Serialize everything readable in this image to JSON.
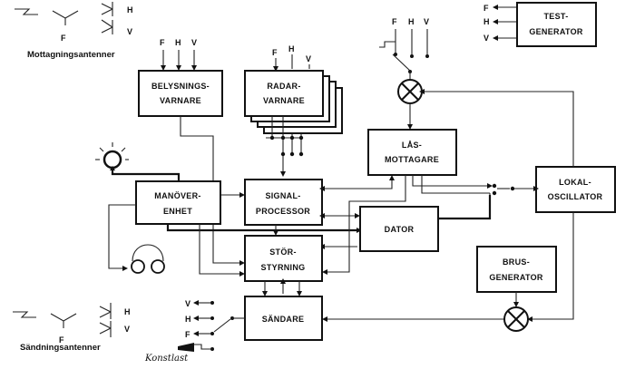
{
  "blocks": {
    "belysningsvarnare": [
      "BELYSNINGS-",
      "VARNARE"
    ],
    "radarvarnare": [
      "RADAR-",
      "VARNARE"
    ],
    "las_mottagare": [
      "LÅS-",
      "MOTTAGARE"
    ],
    "testgenerator": [
      "TEST-",
      "GENERATOR"
    ],
    "lokaloscillator": [
      "LOKAL-",
      "OSCILLATOR"
    ],
    "manoverenhet": [
      "MANÖVER-",
      "ENHET"
    ],
    "signalprocessor": [
      "SIGNAL-",
      "PROCESSOR"
    ],
    "dator": [
      "DATOR"
    ],
    "storstyrning": [
      "STÖR-",
      "STYRNING"
    ],
    "brusgenerator": [
      "BRUS-",
      "GENERATOR"
    ],
    "sandare": [
      "SÄNDARE"
    ]
  },
  "captions": {
    "mottagningsantenner": "Mottagningsantenner",
    "sandningsantenner": "Sändningsantenner",
    "konstlast": "Konstlast"
  },
  "pol": {
    "f": "F",
    "h": "H",
    "v": "V"
  }
}
